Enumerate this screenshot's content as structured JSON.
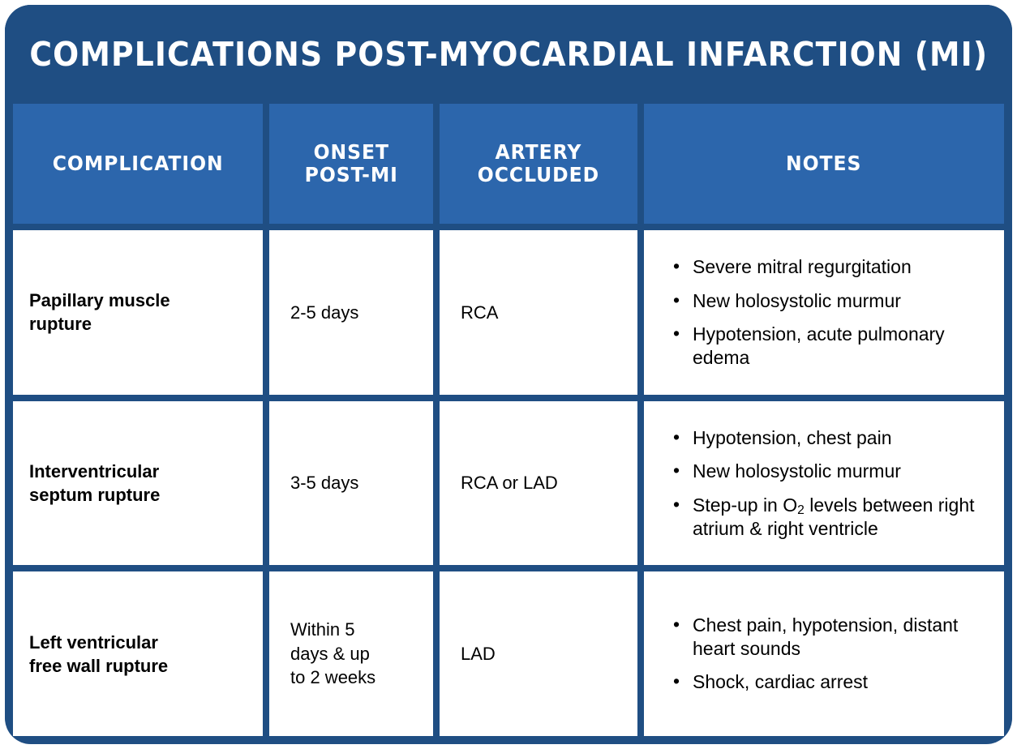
{
  "card": {
    "title": "COMPLICATIONS POST-MYOCARDIAL INFARCTION (MI)",
    "frame_color": "#1f4e83",
    "header_cell_color": "#2c66ac",
    "body_cell_color": "#ffffff",
    "text_color": "#000000",
    "header_text_color": "#ffffff"
  },
  "table": {
    "headers": [
      "COMPLICATION",
      "ONSET\nPOST-MI",
      "ARTERY\nOCCLUDED",
      "NOTES"
    ],
    "rows": [
      {
        "complication": "Papillary muscle\nrupture",
        "onset": "2-5 days",
        "artery": "RCA",
        "notes": [
          {
            "pre": "Severe mitral regurgitation",
            "sub": "",
            "post": ""
          },
          {
            "pre": "New holosystolic murmur",
            "sub": "",
            "post": ""
          },
          {
            "pre": "Hypotension, acute pulmonary edema",
            "sub": "",
            "post": ""
          }
        ]
      },
      {
        "complication": "Interventricular\nseptum rupture",
        "onset": "3-5 days",
        "artery": "RCA or LAD",
        "notes": [
          {
            "pre": "Hypotension, chest pain",
            "sub": "",
            "post": ""
          },
          {
            "pre": "New holosystolic murmur",
            "sub": "",
            "post": ""
          },
          {
            "pre": "Step-up in O",
            "sub": "2",
            "post": " levels between right atrium & right ventricle"
          }
        ]
      },
      {
        "complication": "Left ventricular\nfree wall rupture",
        "onset": "Within 5\ndays & up\nto 2 weeks",
        "artery": "LAD",
        "notes": [
          {
            "pre": "Chest pain, hypotension, distant heart sounds",
            "sub": "",
            "post": ""
          },
          {
            "pre": "Shock, cardiac arrest",
            "sub": "",
            "post": ""
          }
        ]
      }
    ]
  }
}
